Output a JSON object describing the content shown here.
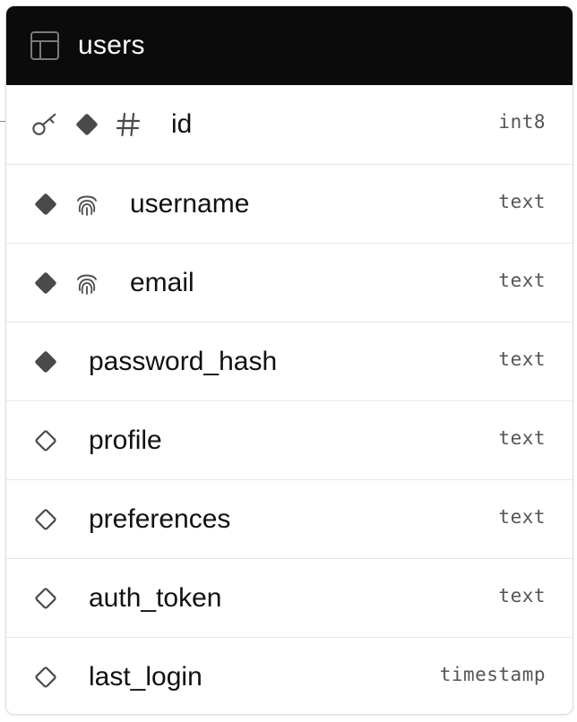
{
  "table": {
    "name": "users",
    "icon": "table-icon"
  },
  "columns": [
    {
      "name": "id",
      "type": "int8",
      "primary_key": true,
      "not_null": true,
      "identity": true,
      "unique": false
    },
    {
      "name": "username",
      "type": "text",
      "primary_key": false,
      "not_null": true,
      "identity": false,
      "unique": true
    },
    {
      "name": "email",
      "type": "text",
      "primary_key": false,
      "not_null": true,
      "identity": false,
      "unique": true
    },
    {
      "name": "password_hash",
      "type": "text",
      "primary_key": false,
      "not_null": true,
      "identity": false,
      "unique": false
    },
    {
      "name": "profile",
      "type": "text",
      "primary_key": false,
      "not_null": false,
      "identity": false,
      "unique": false
    },
    {
      "name": "preferences",
      "type": "text",
      "primary_key": false,
      "not_null": false,
      "identity": false,
      "unique": false
    },
    {
      "name": "auth_token",
      "type": "text",
      "primary_key": false,
      "not_null": false,
      "identity": false,
      "unique": false
    },
    {
      "name": "last_login",
      "type": "timestamp",
      "primary_key": false,
      "not_null": false,
      "identity": false,
      "unique": false
    }
  ],
  "colors": {
    "header_bg": "#0b0b0b",
    "header_text": "#ffffff",
    "icon": "#4a4a4a",
    "type_text": "#555555"
  }
}
